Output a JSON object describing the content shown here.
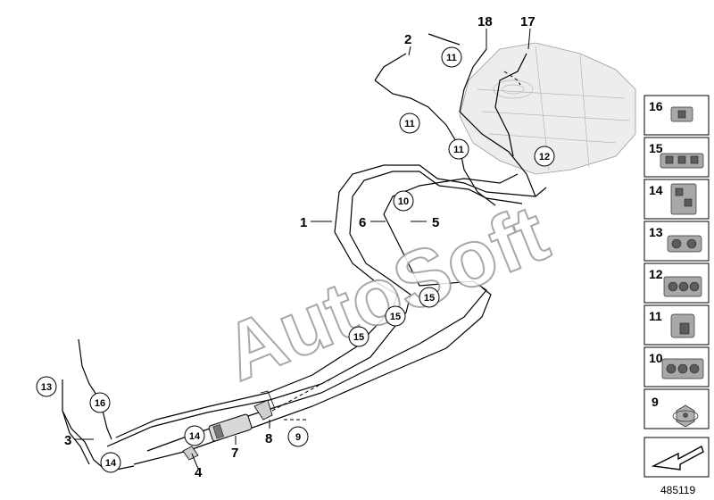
{
  "diagram": {
    "watermark": "AutoSoft",
    "document_number": "485119",
    "callouts": [
      {
        "label": "1",
        "circled": false
      },
      {
        "label": "2",
        "circled": false
      },
      {
        "label": "3",
        "circled": false
      },
      {
        "label": "4",
        "circled": false
      },
      {
        "label": "5",
        "circled": false
      },
      {
        "label": "6",
        "circled": false
      },
      {
        "label": "7",
        "circled": false
      },
      {
        "label": "8",
        "circled": false
      },
      {
        "label": "9",
        "circled": true
      },
      {
        "label": "10",
        "circled": true
      },
      {
        "label": "11",
        "circled": true
      },
      {
        "label": "11",
        "circled": true
      },
      {
        "label": "11",
        "circled": true
      },
      {
        "label": "12",
        "circled": true
      },
      {
        "label": "13",
        "circled": true
      },
      {
        "label": "14",
        "circled": true
      },
      {
        "label": "14",
        "circled": true
      },
      {
        "label": "15",
        "circled": true
      },
      {
        "label": "15",
        "circled": true
      },
      {
        "label": "15",
        "circled": true
      },
      {
        "label": "16",
        "circled": true
      },
      {
        "label": "17",
        "circled": false
      },
      {
        "label": "18",
        "circled": false
      }
    ],
    "parts_panel": [
      {
        "number": "16",
        "icon": "double-clip-icon"
      },
      {
        "number": "15",
        "icon": "triple-clip-icon"
      },
      {
        "number": "14",
        "icon": "stacked-clip-icon"
      },
      {
        "number": "13",
        "icon": "ring-clip-icon"
      },
      {
        "number": "12",
        "icon": "quad-clip-icon"
      },
      {
        "number": "11",
        "icon": "single-clip-icon"
      },
      {
        "number": "10",
        "icon": "multi-clip-icon"
      },
      {
        "number": "9",
        "icon": "hex-nut-icon"
      },
      {
        "number": "",
        "icon": "arrow-icon"
      }
    ]
  }
}
